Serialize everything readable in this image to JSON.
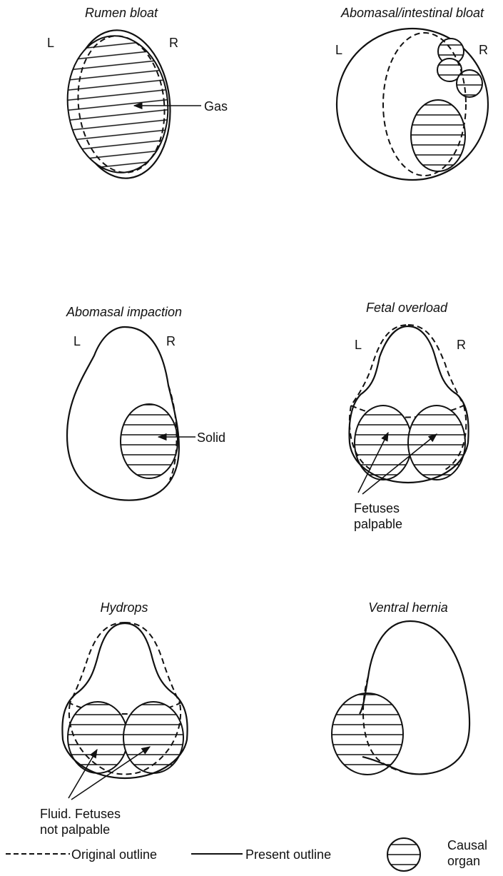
{
  "panels": {
    "rumen_bloat": {
      "title": "Rumen bloat",
      "left": "L",
      "right": "R",
      "label": "Gas"
    },
    "abomasal_intestinal_bloat": {
      "title": "Abomasal/intestinal bloat",
      "left": "L",
      "right": "R"
    },
    "abomasal_impaction": {
      "title": "Abomasal impaction",
      "left": "L",
      "right": "R",
      "label": "Solid"
    },
    "fetal_overload": {
      "title": "Fetal overload",
      "left": "L",
      "right": "R",
      "label_line1": "Fetuses",
      "label_line2": "palpable"
    },
    "hydrops": {
      "title": "Hydrops",
      "label_line1": "Fluid. Fetuses",
      "label_line2": "not palpable"
    },
    "ventral_hernia": {
      "title": "Ventral hernia"
    }
  },
  "legend": {
    "original_outline": "Original outline",
    "present_outline": "Present outline",
    "causal_organ_line1": "Causal",
    "causal_organ_line2": "organ"
  }
}
